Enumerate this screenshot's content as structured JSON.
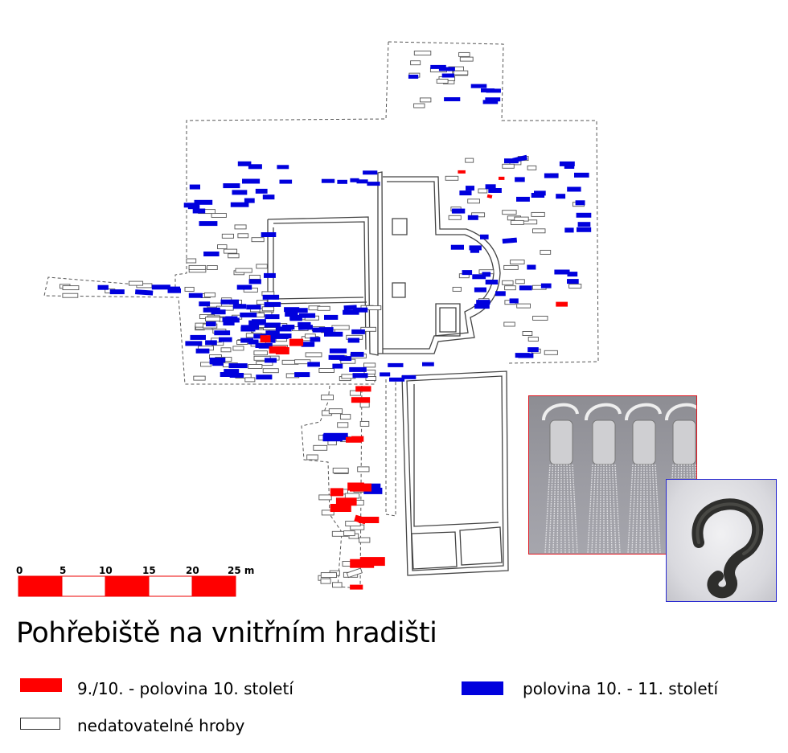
{
  "title": "Pohřebiště na vnitřním hradišti",
  "scale": {
    "labels": [
      "0",
      "5",
      "10",
      "15",
      "20",
      "25 m"
    ],
    "unit": "m"
  },
  "legend": [
    {
      "label": "9./10. - polovina 10. století",
      "color": "#ff0000",
      "type": "filled"
    },
    {
      "label": "polovina 10. - 11. století",
      "color": "#0000dd",
      "type": "filled"
    },
    {
      "label": "nedatovatelné hroby",
      "color": "#ffffff",
      "type": "outline"
    }
  ],
  "colors": {
    "early_graves": "#ff0000",
    "late_graves": "#0000dd",
    "undated_graves": "#ffffff",
    "outline": "#333333",
    "photo1_border": "#e0141e",
    "photo2_border": "#2a2ad0"
  },
  "photos": [
    {
      "name": "silver-earrings-with-chains-photo",
      "subject": "silver earrings with chains"
    },
    {
      "name": "iron-s-shaped-ring-photo",
      "subject": "iron temple ring"
    }
  ]
}
